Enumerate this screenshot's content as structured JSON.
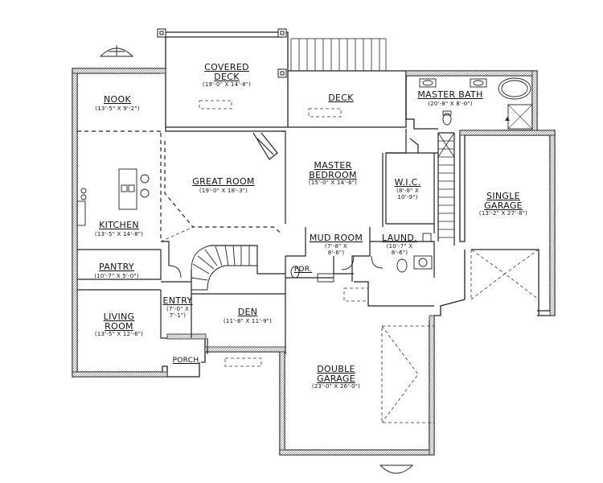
{
  "rooms": {
    "nook": {
      "name": "NOOK",
      "dims": "(13'-5\" X 9'-2\")"
    },
    "covered_deck": {
      "name1": "COVERED",
      "name2": "DECK",
      "dims": "(19'-0\" X 14'-8\")"
    },
    "deck": {
      "name": "DECK"
    },
    "master_bath": {
      "name": "MASTER BATH",
      "dims": "(20'-8\" X 8'-0\")"
    },
    "great_room": {
      "name": "GREAT ROOM",
      "dims": "(19'-0\" X 18'-3\")"
    },
    "master_bedroom": {
      "name1": "MASTER",
      "name2": "BEDROOM",
      "dims": "(15'-0\" X 14'-6\")"
    },
    "wic": {
      "name": "W.I.C.",
      "dims1": "(8'-8\" X",
      "dims2": "10'-9\")"
    },
    "single_garage": {
      "name1": "SINGLE",
      "name2": "GARAGE",
      "dims": "(13'-2\" X 27'-8\")"
    },
    "kitchen": {
      "name": "KITCHEN",
      "dims": "(13'-5\" X 14'-8\")"
    },
    "mud_room": {
      "name": "MUD ROOM",
      "dims1": "(7'-8\" X",
      "dims2": "8'-6\")"
    },
    "laund": {
      "name": "LAUND.",
      "dims1": "(10'-7\" X",
      "dims2": "8'-6\")"
    },
    "pwdr": {
      "name": "PDR."
    },
    "pantry": {
      "name": "PANTRY",
      "dims": "(10'-7\" X 5'-0\")"
    },
    "entry": {
      "name": "ENTRY",
      "dims1": "(7'-0\" X",
      "dims2": "7'-1\")"
    },
    "den": {
      "name": "DEN",
      "dims": "(11'-8\" X 11'-9\")"
    },
    "living_room": {
      "name1": "LIVING",
      "name2": "ROOM",
      "dims": "(13'-5\" X 12'-6\")"
    },
    "porch": {
      "name": "PORCH"
    },
    "double_garage": {
      "name1": "DOUBLE",
      "name2": "GARAGE",
      "dims": "(23'-0\" X 26'-0\")"
    }
  }
}
